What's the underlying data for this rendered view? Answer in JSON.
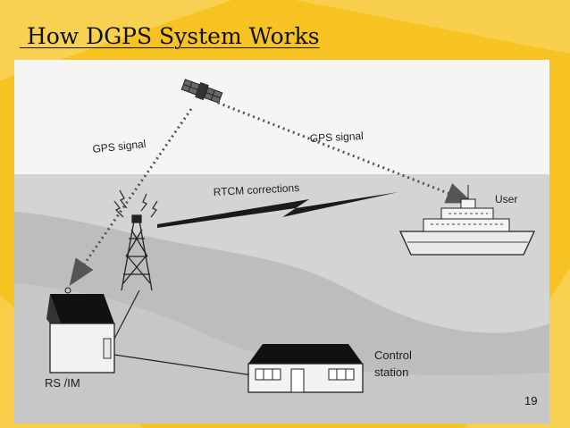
{
  "slide": {
    "title": " How DGPS System Works",
    "page_number": "19",
    "background_color": "#f6c322"
  },
  "diagram": {
    "labels": {
      "gps_signal_left": "GPS signal",
      "gps_signal_right": "GPS signal",
      "rtcm_corrections": "RTCM corrections",
      "user": "User",
      "rs_im": "RS /IM",
      "control_station_line1": "Control",
      "control_station_line2": "station"
    },
    "nodes": [
      "satellite",
      "reference-station-building",
      "transmission-tower",
      "ship",
      "control-station-building"
    ],
    "links": [
      {
        "from": "satellite",
        "to": "reference-station-building",
        "label": "GPS signal",
        "style": "dotted-arrow"
      },
      {
        "from": "satellite",
        "to": "ship",
        "label": "GPS signal",
        "style": "dotted-arrow"
      },
      {
        "from": "transmission-tower",
        "to": "ship",
        "label": "RTCM corrections",
        "style": "lightning-bolt"
      },
      {
        "from": "reference-station-building",
        "to": "control-station-building",
        "label": "",
        "style": "line"
      }
    ]
  }
}
